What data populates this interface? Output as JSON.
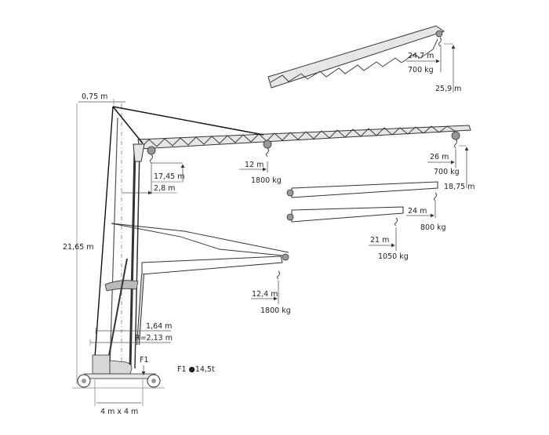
{
  "diagram": {
    "type": "mobile-self-erecting-crane-load-chart",
    "colors": {
      "line": "#222222",
      "fill": "#e6e6e6",
      "dim": "#555555",
      "background": "#ffffff"
    },
    "labels": {
      "tip_offset": "0,75 m",
      "total_height": "21,65 m",
      "hook_height_horizontal": "17,45 m",
      "min_radius": "2,8 m",
      "luffed_reach": "24,7 m",
      "luffed_reach_load": "700 kg",
      "luffed_height": "25,9 m",
      "inner_reach": "12 m",
      "inner_reach_load": "1800 kg",
      "full_reach": "26 m",
      "full_reach_load": "700 kg",
      "full_reach_height": "18,75 m",
      "jib24_reach": "24 m",
      "jib24_load": "800 kg",
      "jib21_reach": "21 m",
      "jib21_load": "1050 kg",
      "folded_reach": "12,4 m",
      "folded_load": "1800 kg",
      "tail_dim": "1,64 m",
      "slew_radius": "R=2,13 m",
      "outrigger_force_marker": "F1",
      "outrigger_force": "F1 ●14,5t",
      "base": "4 m x 4 m"
    }
  }
}
